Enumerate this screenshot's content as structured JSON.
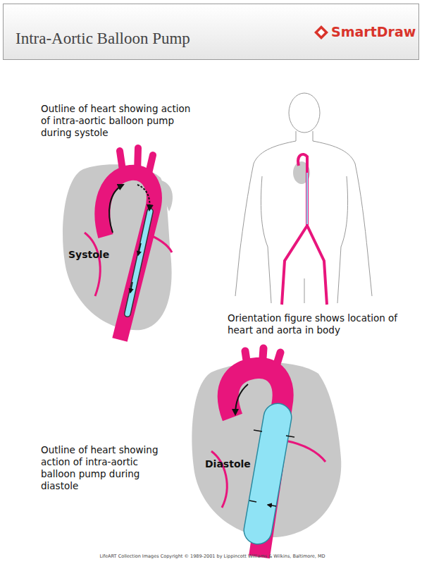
{
  "diagram": {
    "title": "Intra-Aortic Balloon Pump",
    "labels": [
      "SmartDraw",
      "Outline of heart showing action of intra-aortic balloon pump during systole",
      "Systole",
      "Orientation figure shows location of heart and aorta in body",
      "Outline of heart showing action of intra-aortic balloon pump during diastole",
      "Diastole",
      "LifeART Collection Images Copyright © 1989-2001 by Lippincott Williams & Wilkins, Baltimore, MD"
    ]
  }
}
